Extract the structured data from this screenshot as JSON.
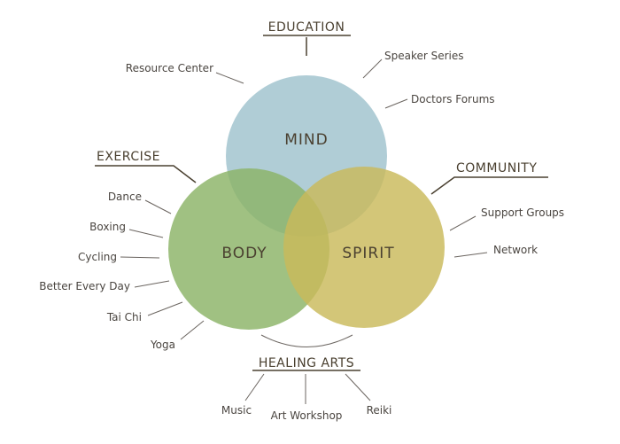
{
  "colors": {
    "mind": "#a7c8d2",
    "body": "#8bb366",
    "spirit": "#c9b95a",
    "text": "#4a4030"
  },
  "circles": {
    "mind": "MIND",
    "body": "BODY",
    "spirit": "SPIRIT"
  },
  "education": {
    "heading": "EDUCATION",
    "items": [
      "Resource Center",
      "Speaker Series",
      "Doctors Forums"
    ]
  },
  "exercise": {
    "heading": "EXERCISE",
    "items": [
      "Dance",
      "Boxing",
      "Cycling",
      "Better Every Day",
      "Tai Chi",
      "Yoga"
    ]
  },
  "community": {
    "heading": "COMMUNITY",
    "items": [
      "Support Groups",
      "Network"
    ]
  },
  "healing_arts": {
    "heading": "HEALING ARTS",
    "items": [
      "Music",
      "Art Workshop",
      "Reiki"
    ]
  }
}
